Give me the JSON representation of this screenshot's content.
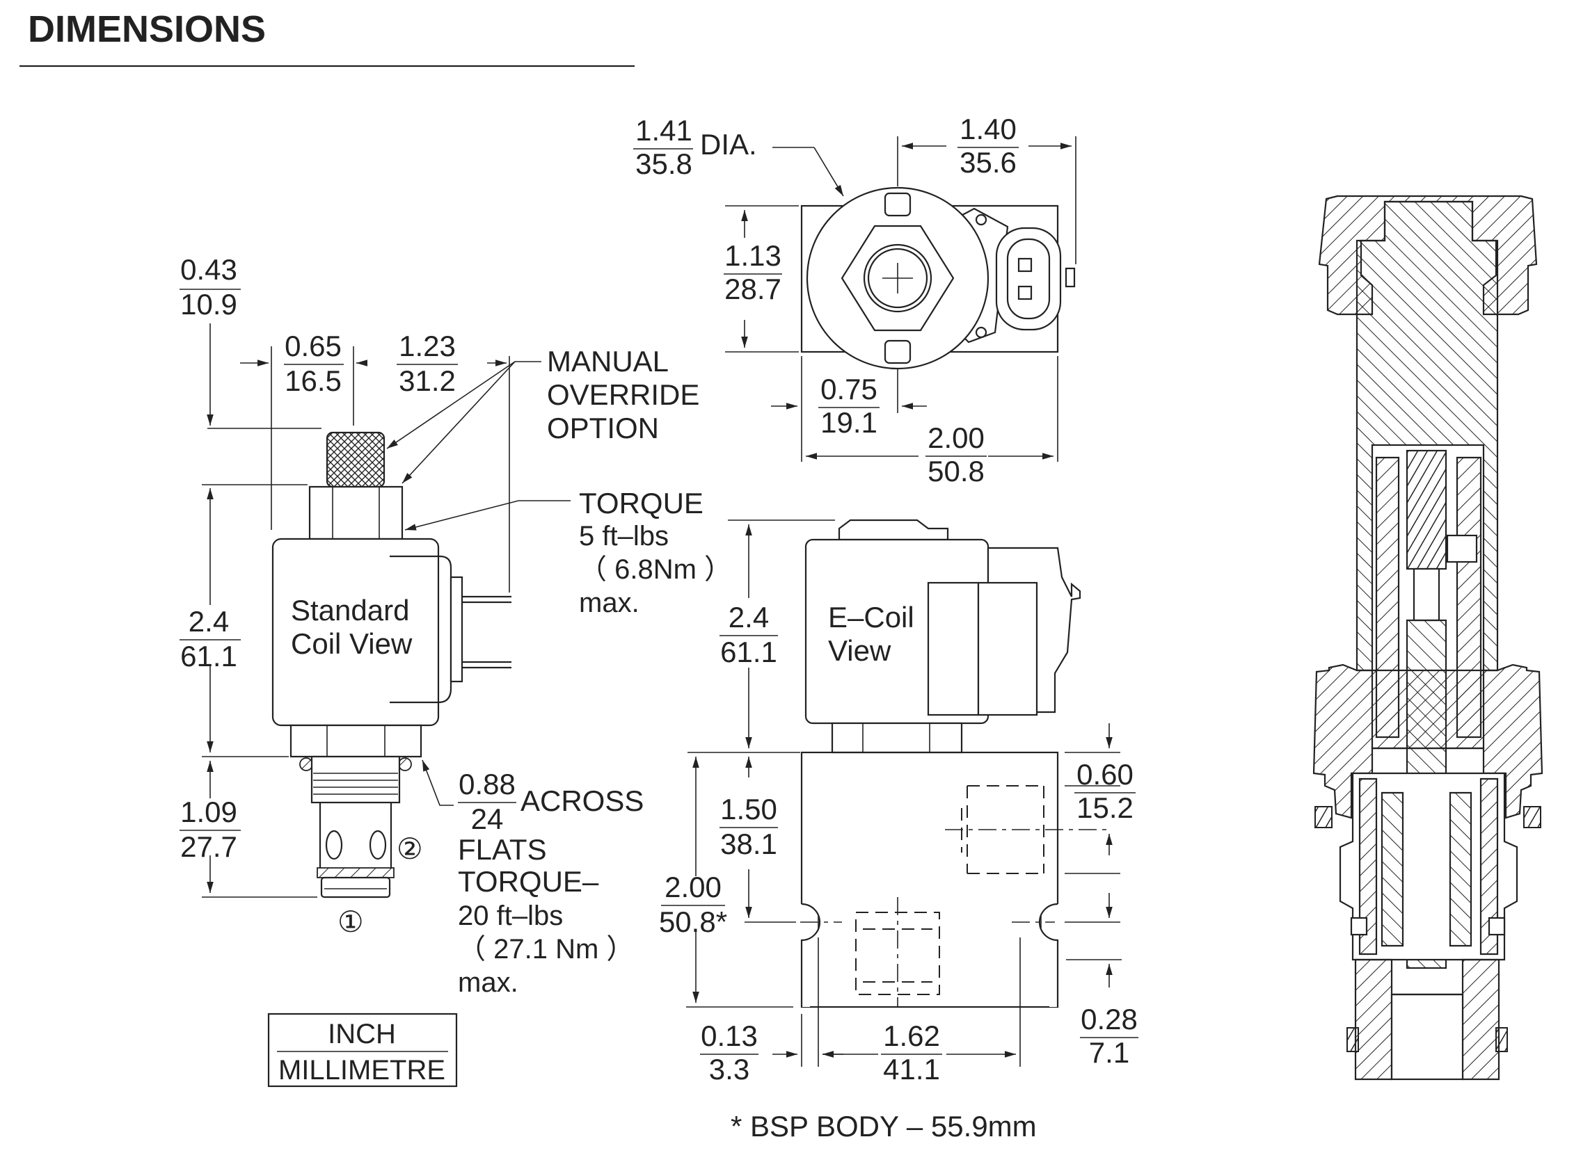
{
  "title": "DIMENSIONS",
  "unit_legend": {
    "top": "INCH",
    "bottom": "MILLIMETRE"
  },
  "standard_view": {
    "dim_043": {
      "in": "0.43",
      "mm": "10.9"
    },
    "dim_065": {
      "in": "0.65",
      "mm": "16.5"
    },
    "dim_123": {
      "in": "1.23",
      "mm": "31.2"
    },
    "dim_24": {
      "in": "2.4",
      "mm": "61.1"
    },
    "dim_109": {
      "in": "1.09",
      "mm": "27.7"
    },
    "dim_088": {
      "in": "0.88",
      "mm": "24"
    },
    "manual_override": [
      "MANUAL",
      "OVERRIDE",
      "OPTION"
    ],
    "torque_label": [
      "TORQUE",
      "5 ft–lbs",
      "（ 6.8Nm ）",
      "max."
    ],
    "flats_label": [
      "ACROSS",
      "FLATS",
      "TORQUE–",
      "20 ft–lbs",
      "（ 27.1 Nm ）",
      "max."
    ],
    "coil_label": [
      "Standard",
      "Coil View"
    ],
    "port_1": "①",
    "port_2": "②"
  },
  "top_view": {
    "dia_label": "DIA.",
    "dim_141": {
      "in": "1.41",
      "mm": "35.8"
    },
    "dim_140": {
      "in": "1.40",
      "mm": "35.6"
    },
    "dim_113": {
      "in": "1.13",
      "mm": "28.7"
    },
    "dim_075": {
      "in": "0.75",
      "mm": "19.1"
    },
    "dim_200": {
      "in": "2.00",
      "mm": "50.8"
    }
  },
  "ecoil_view": {
    "coil_label": [
      "E–Coil",
      "View"
    ],
    "dim_24": {
      "in": "2.4",
      "mm": "61.1"
    },
    "dim_150": {
      "in": "1.50",
      "mm": "38.1"
    },
    "dim_200": {
      "in": "2.00",
      "mm": "50.8*"
    },
    "dim_060": {
      "in": "0.60",
      "mm": "15.2"
    },
    "dim_028": {
      "in": "0.28",
      "mm": "7.1"
    },
    "dim_013": {
      "in": "0.13",
      "mm": "3.3"
    },
    "dim_162": {
      "in": "1.62",
      "mm": "41.1"
    },
    "footnote": "* BSP BODY – 55.9mm"
  }
}
